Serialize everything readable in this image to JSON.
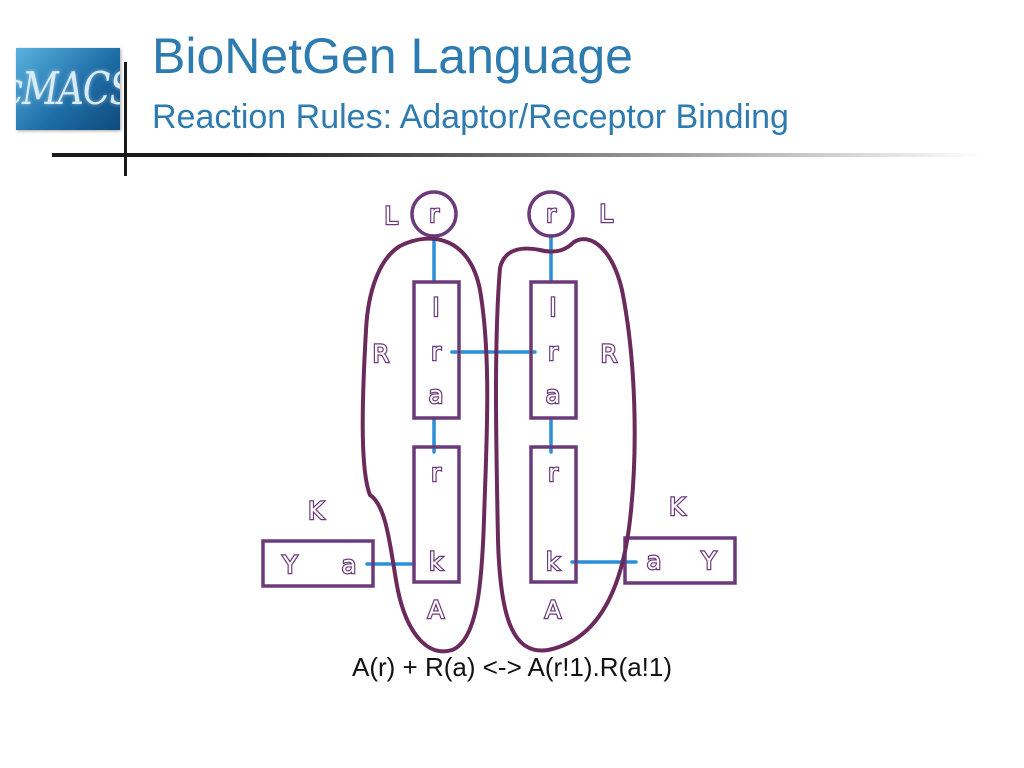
{
  "header": {
    "logo_text": "cMACS",
    "title": "BioNetGen Language",
    "subtitle": "Reaction Rules: Adaptor/Receptor Binding"
  },
  "diagram": {
    "colors": {
      "outline": "#6b3a7a",
      "bond": "#2b8fd8",
      "text": "#2e7bb0"
    },
    "molecule_labels": {
      "ligand_left": "L",
      "ligand_right": "L",
      "receptor_left": "R",
      "receptor_right": "R",
      "adaptor_left": "A",
      "adaptor_right": "A",
      "kinase_left": "K",
      "kinase_right": "K"
    },
    "ligand_sites": {
      "left": "r",
      "right": "r"
    },
    "receptor_sites": [
      "l",
      "r",
      "a"
    ],
    "adaptor_sites": [
      "r",
      "k"
    ],
    "kinase_sites": {
      "site": "a",
      "name": "Y"
    }
  },
  "equation": "A(r) + R(a) <-> A(r!1).R(a!1)"
}
